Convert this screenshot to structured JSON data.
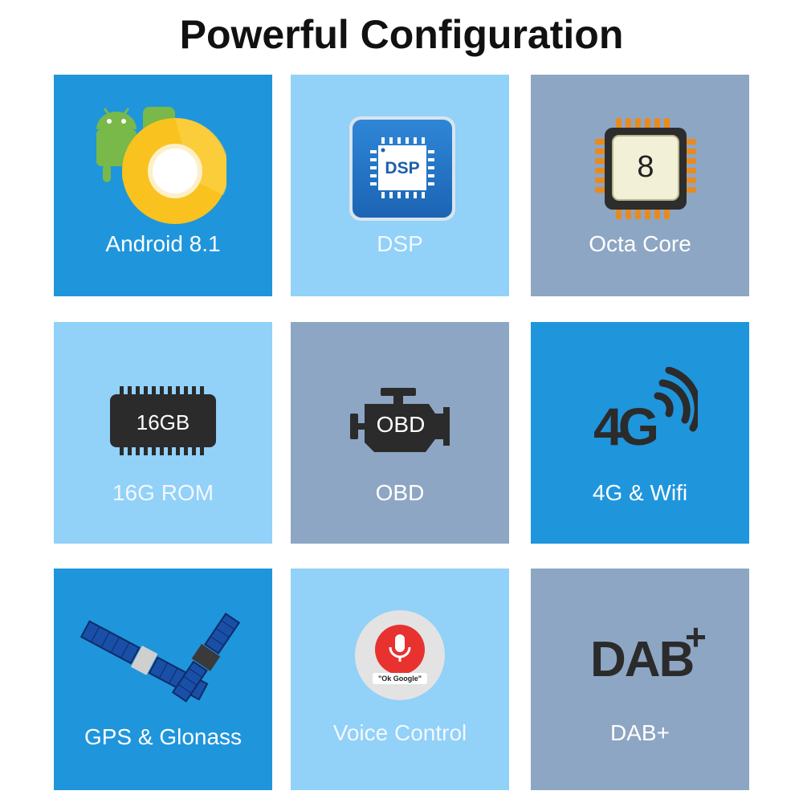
{
  "title": "Powerful Configuration",
  "tiles": [
    {
      "label": "Android 8.1",
      "icon": "android-oreo-icon"
    },
    {
      "label": "DSP",
      "icon": "dsp-chip-icon",
      "icon_text": "DSP"
    },
    {
      "label": "Octa Core",
      "icon": "cpu-chip-icon",
      "icon_text": "8"
    },
    {
      "label": "16G ROM",
      "icon": "memory-chip-icon",
      "icon_text": "16GB"
    },
    {
      "label": "OBD",
      "icon": "engine-icon",
      "icon_text": "OBD"
    },
    {
      "label": "4G & Wifi",
      "icon": "4g-signal-icon",
      "icon_text": "4G"
    },
    {
      "label": "GPS & Glonass",
      "icon": "satellite-icon"
    },
    {
      "label": "Voice Control",
      "icon": "microphone-icon",
      "icon_text": "\"Ok Google\""
    },
    {
      "label": "DAB+",
      "icon": "dab-plus-icon",
      "icon_text": "DAB",
      "icon_sup": "+"
    }
  ],
  "colors": {
    "dark_tile": "#1f95dc",
    "light_tile": "#92d1f8",
    "grey_tile": "#8da6c3"
  }
}
